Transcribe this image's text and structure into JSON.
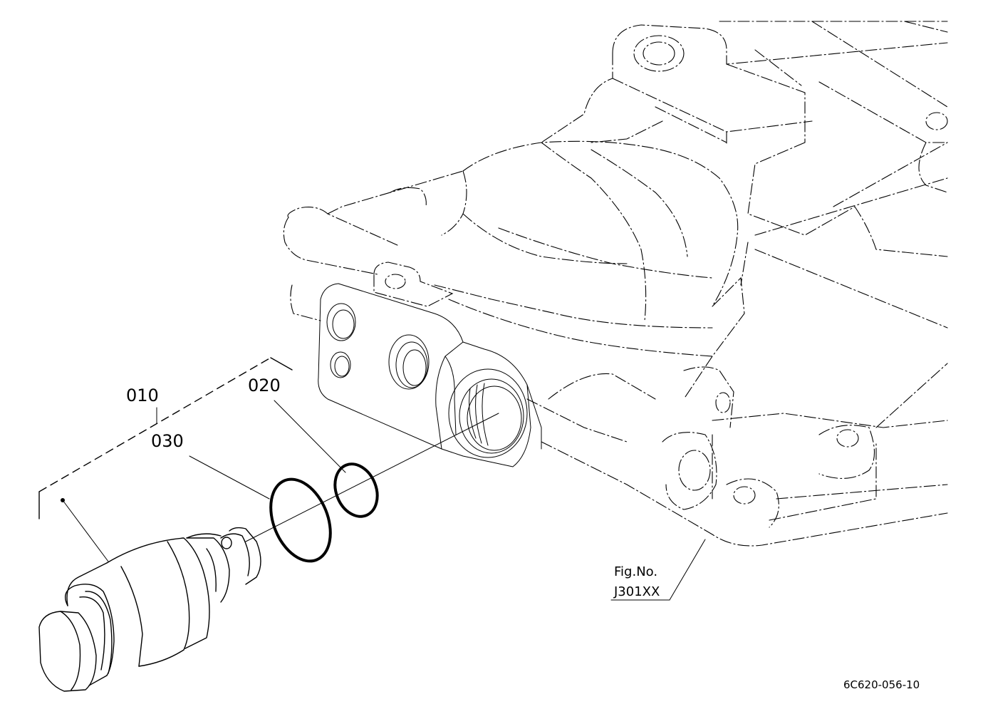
{
  "callouts": {
    "part_010": "010",
    "part_020": "020",
    "part_030": "030"
  },
  "figure_ref": {
    "line1": "Fig.No.",
    "line2": "J301XX"
  },
  "drawing_code": "6C620-056-10"
}
